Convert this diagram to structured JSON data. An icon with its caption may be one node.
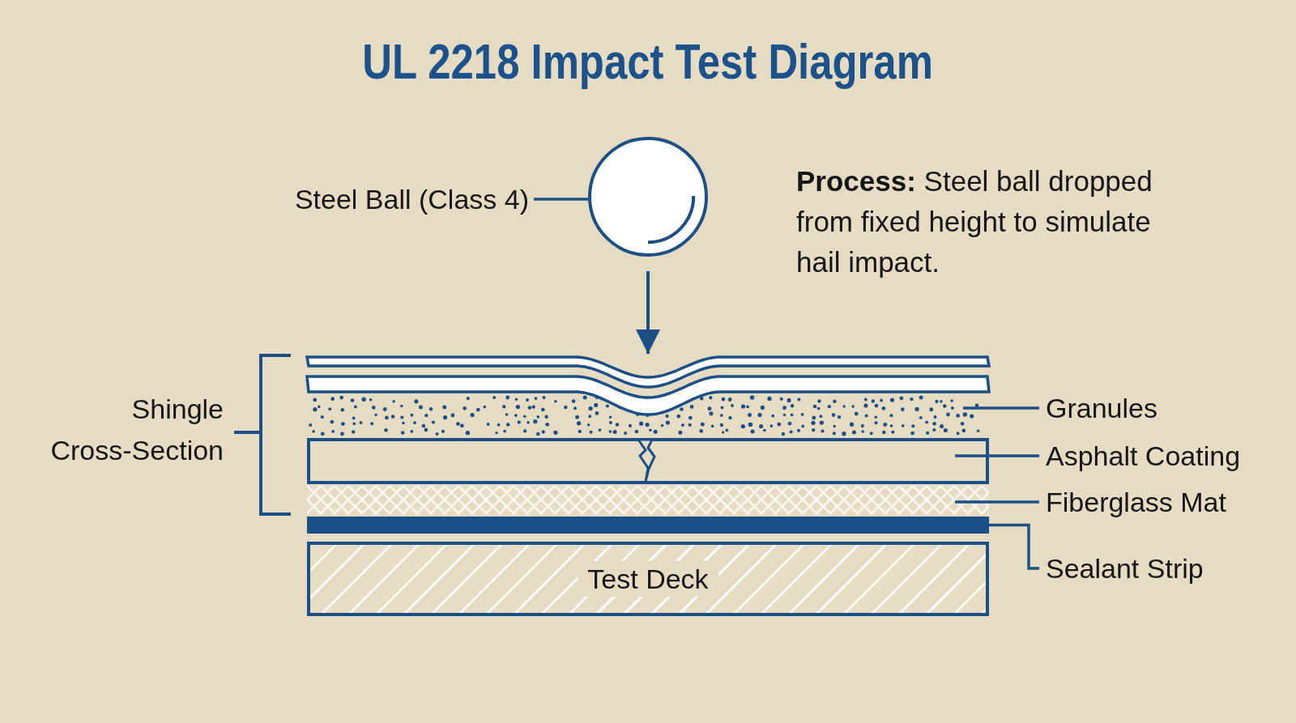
{
  "diagram": {
    "title": "UL 2218 Impact Test Diagram",
    "nodes": [
      {
        "text": [
          "Steel Ball (Class 4)"
        ]
      },
      {
        "text": [],
        "shape": "circle"
      },
      {
        "text": [],
        "shape": "bar"
      },
      {
        "text": [],
        "shape": "bar"
      },
      {
        "text": [
          "Granules"
        ]
      },
      {
        "text": [],
        "shape": "box"
      },
      {
        "text": [
          "Asphalt Coating"
        ]
      },
      {
        "text": [],
        "shape": "bar"
      },
      {
        "text": [
          "Fiberglass Mat"
        ]
      },
      {
        "text": [],
        "shape": "bar"
      },
      {
        "text": [
          "Sealant Strip"
        ]
      },
      {
        "text": [
          "Test Deck"
        ]
      }
    ],
    "edges": [
      {
        "from": 0,
        "to": 1,
        "arrow": "none"
      },
      {
        "from": 1,
        "to": 2,
        "arrow": "to"
      },
      {
        "from": 4,
        "to": 3,
        "arrow": "none"
      },
      {
        "from": 6,
        "to": 5,
        "arrow": "none"
      },
      {
        "from": 8,
        "to": 7,
        "arrow": "none"
      },
      {
        "from": 10,
        "to": 9,
        "arrow": "none"
      }
    ],
    "labels": [
      "**Process:** Steel ball dropped from fixed height to simulate hail impact.",
      "Shingle Cross-Section"
    ]
  }
}
